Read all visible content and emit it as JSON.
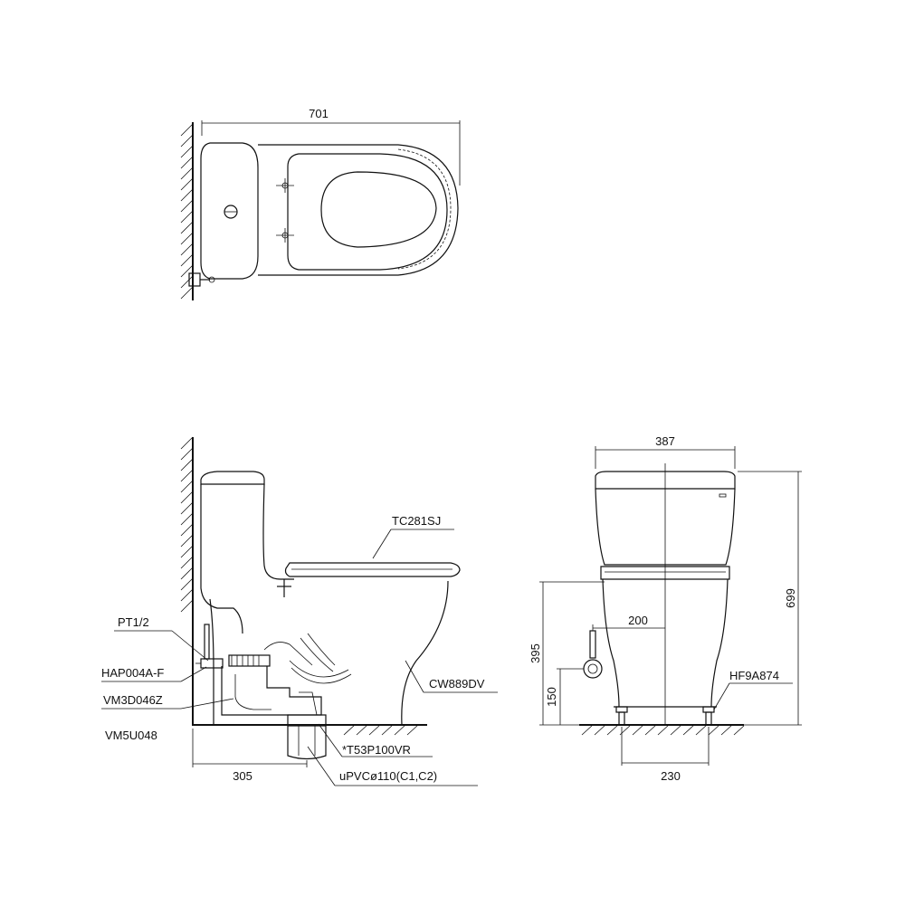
{
  "colors": {
    "line": "#111111",
    "background": "#ffffff"
  },
  "top_view": {
    "dim_width": "701"
  },
  "side_view": {
    "dim_depth": "305",
    "labels": {
      "seat": "TC281SJ",
      "pt": "PT1/2",
      "hap": "HAP004A-F",
      "vm3": "VM3D046Z",
      "vm5": "VM5U048",
      "bowl": "CW889DV",
      "t53": "*T53P100VR",
      "upvc": "uPVCø110(C1,C2)"
    }
  },
  "front_view": {
    "dim_width": "387",
    "dim_height": "699",
    "dim_inlet_height": "395",
    "dim_inlet_offset": "200",
    "dim_valve_height": "150",
    "dim_bolt_span": "230",
    "labels": {
      "bolt": "HF9A874"
    }
  }
}
